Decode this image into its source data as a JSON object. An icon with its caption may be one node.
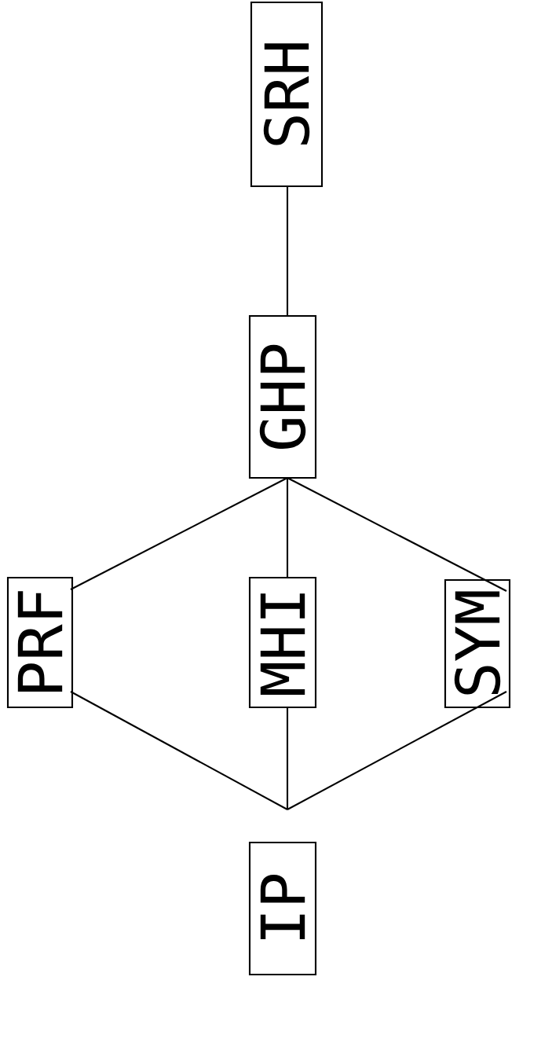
{
  "diagram": {
    "nodes": [
      {
        "text": [
          "SRH"
        ]
      },
      {
        "text": [
          "GHP"
        ]
      },
      {
        "text": [
          "PRF"
        ]
      },
      {
        "text": [
          "MHI"
        ]
      },
      {
        "text": [
          "SYM"
        ]
      },
      {
        "text": [
          "IP"
        ]
      }
    ],
    "edges": [
      {
        "from": 0,
        "to": 1,
        "arrow": "none"
      },
      {
        "from": 1,
        "to": 2,
        "arrow": "none"
      },
      {
        "from": 1,
        "to": 3,
        "arrow": "none"
      },
      {
        "from": 1,
        "to": 4,
        "arrow": "none"
      },
      {
        "from": 2,
        "to": 5,
        "arrow": "none"
      },
      {
        "from": 3,
        "to": 5,
        "arrow": "none"
      },
      {
        "from": 4,
        "to": 5,
        "arrow": "none"
      }
    ]
  }
}
